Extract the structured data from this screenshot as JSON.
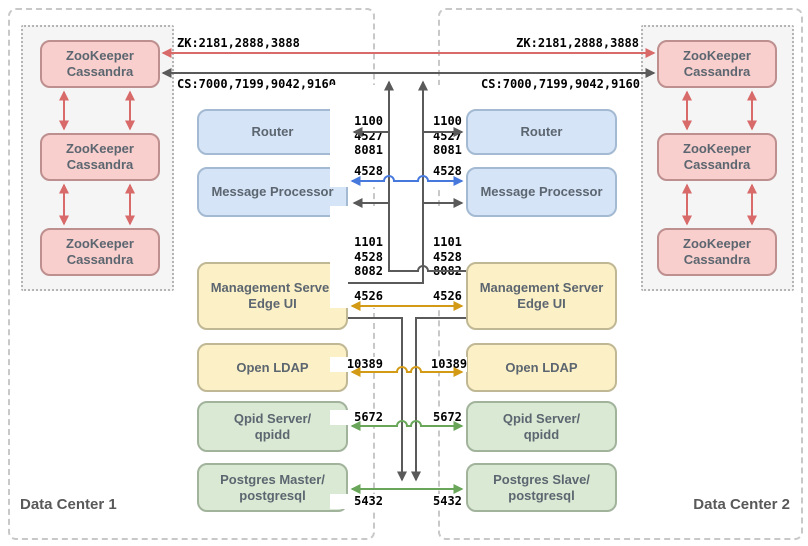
{
  "datacenter1": {
    "label": "Data Center 1"
  },
  "datacenter2": {
    "label": "Data Center 2"
  },
  "cluster_node": {
    "line1": "ZooKeeper",
    "line2": "Cassandra"
  },
  "nodes": {
    "router": "Router",
    "message_processor": "Message Processor",
    "management_server": [
      "Management Server",
      "Edge UI"
    ],
    "open_ldap": "Open LDAP",
    "qpid": [
      "Qpid Server/",
      "qpidd"
    ],
    "postgres_master": [
      "Postgres Master/",
      "postgresql"
    ],
    "postgres_slave": [
      "Postgres Slave/",
      "postgresql"
    ]
  },
  "ports": {
    "zookeeper": "ZK:2181,2888,3888",
    "cassandra": "CS:7000,7199,9042,9160",
    "router": [
      "1100",
      "4527",
      "8081"
    ],
    "mp_data": "4528",
    "mp_mgmt": [
      "1101",
      "4528",
      "8082"
    ],
    "management": "4526",
    "ldap": "10389",
    "qpid": "5672",
    "postgres": "5432"
  },
  "colors": {
    "red_arrow": "#d96a6a",
    "dark_arrow": "#5a5a5a",
    "blue_arrow": "#4779dd",
    "orange_arrow": "#d29a15",
    "green_arrow": "#69a65a",
    "dc_border": "#c8c8c8"
  }
}
